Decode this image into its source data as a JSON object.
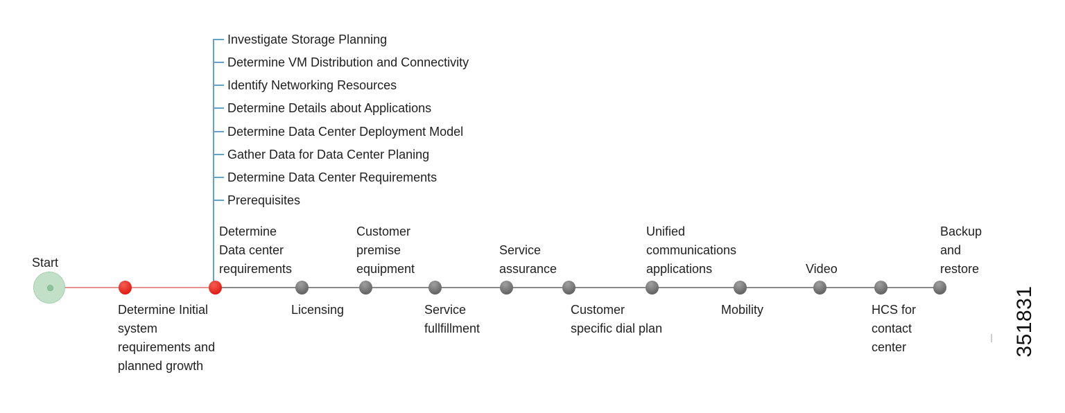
{
  "figure": {
    "number": "351831"
  },
  "start": {
    "label": "Start"
  },
  "branch": {
    "items": [
      "Investigate Storage Planning",
      "Determine VM Distribution and Connectivity",
      "Identify Networking Resources",
      "Determine Details about Applications",
      "Determine Data Center Deployment Model",
      "Gather Data for Data Center Planing",
      "Determine Data Center Requirements",
      "Prerequisites"
    ]
  },
  "timeline": {
    "nodes": [
      {
        "label": "Determine Initial\nsystem\nrequirements and\nplanned growth",
        "side": "below",
        "type": "milestone-red"
      },
      {
        "label": "Determine\nData center\nrequirements",
        "side": "above",
        "type": "milestone-red"
      },
      {
        "label": "Licensing",
        "side": "below",
        "type": "step"
      },
      {
        "label": "Customer\npremise\nequipment",
        "side": "above",
        "type": "step"
      },
      {
        "label": "Service\nfullfillment",
        "side": "below",
        "type": "step"
      },
      {
        "label": "Service\nassurance",
        "side": "above",
        "type": "step"
      },
      {
        "label": "Customer\nspecific dial plan",
        "side": "below",
        "type": "step"
      },
      {
        "label": "Unified\ncommunications\napplications",
        "side": "above",
        "type": "step"
      },
      {
        "label": "Mobility",
        "side": "below",
        "type": "step"
      },
      {
        "label": "Video",
        "side": "above",
        "type": "step"
      },
      {
        "label": "HCS for\ncontact\ncenter",
        "side": "below",
        "type": "step"
      },
      {
        "label": "Backup\nand\nrestore",
        "side": "above",
        "type": "step"
      }
    ]
  },
  "colors": {
    "milestone_red": "#e01e16",
    "connector_red": "#e79490",
    "step_gray": "#636363",
    "connector_gray": "#8a8a8a",
    "branch_blue": "#64a2c8",
    "start_green_fill": "#c2e0c8",
    "start_green_border": "#85bd92",
    "text": "#1f1f1f"
  }
}
